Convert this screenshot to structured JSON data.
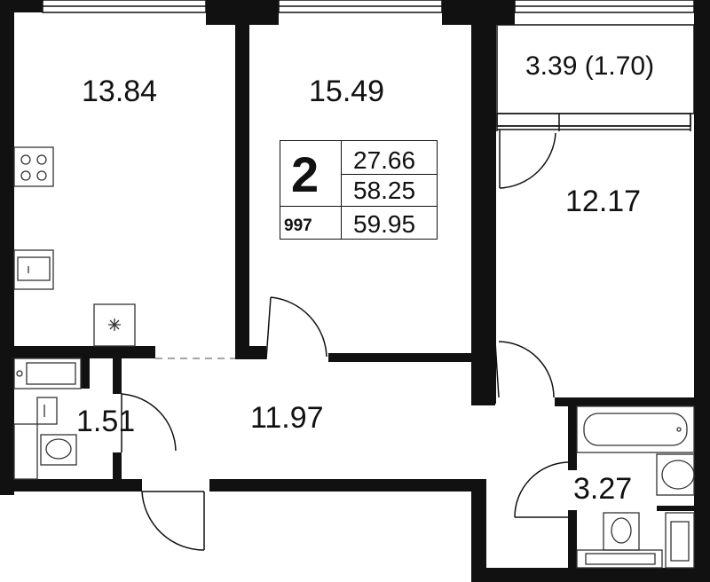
{
  "rooms": {
    "kitchen": "13.84",
    "room_center": "15.49",
    "balcony": "3.39 (1.70)",
    "bedroom_right": "12.17",
    "wc": "1.51",
    "hall": "11.97",
    "bathroom": "3.27"
  },
  "summary": {
    "room_count": "2",
    "apartment_number": "997",
    "living_area": "27.66",
    "total_area": "58.25",
    "area_with_balcony": "59.95"
  },
  "colors": {
    "wall": "#111111",
    "background": "#ffffff",
    "fixture_stroke": "#333333"
  }
}
